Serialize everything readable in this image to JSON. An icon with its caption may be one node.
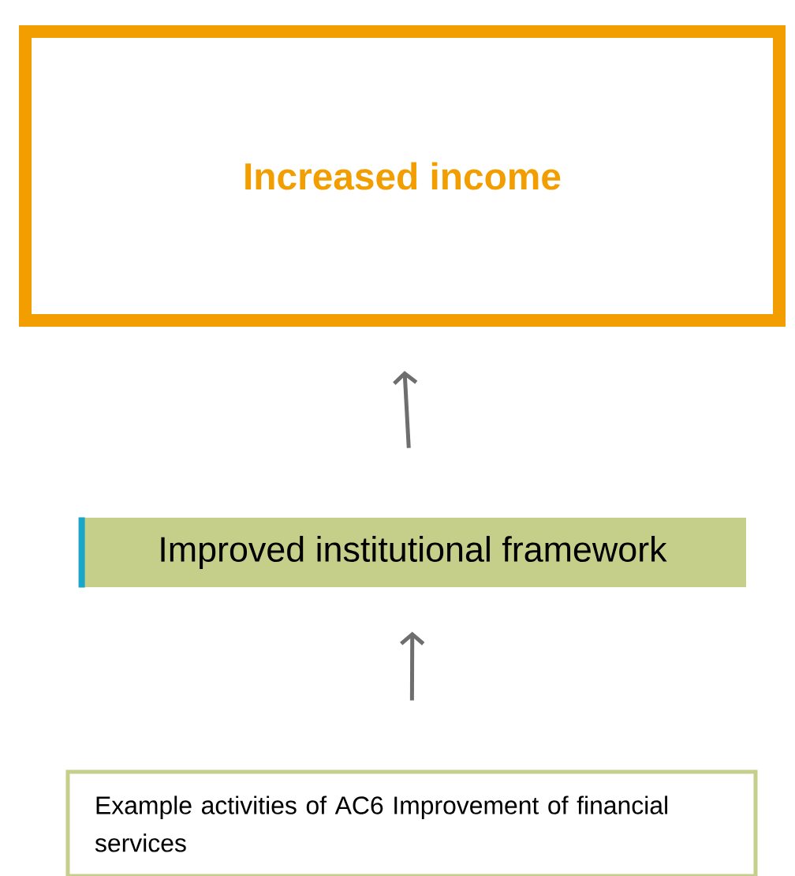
{
  "diagram": {
    "nodes": [
      {
        "text": [
          "Increased income"
        ]
      },
      {
        "text": [
          "Improved institutional framework"
        ]
      },
      {
        "text": [
          "Example activities of AC6 Improvement of financial services"
        ]
      }
    ],
    "edges": [
      {
        "from": 2,
        "to": 1,
        "arrow": "to"
      },
      {
        "from": 1,
        "to": 0,
        "arrow": "to"
      }
    ]
  }
}
